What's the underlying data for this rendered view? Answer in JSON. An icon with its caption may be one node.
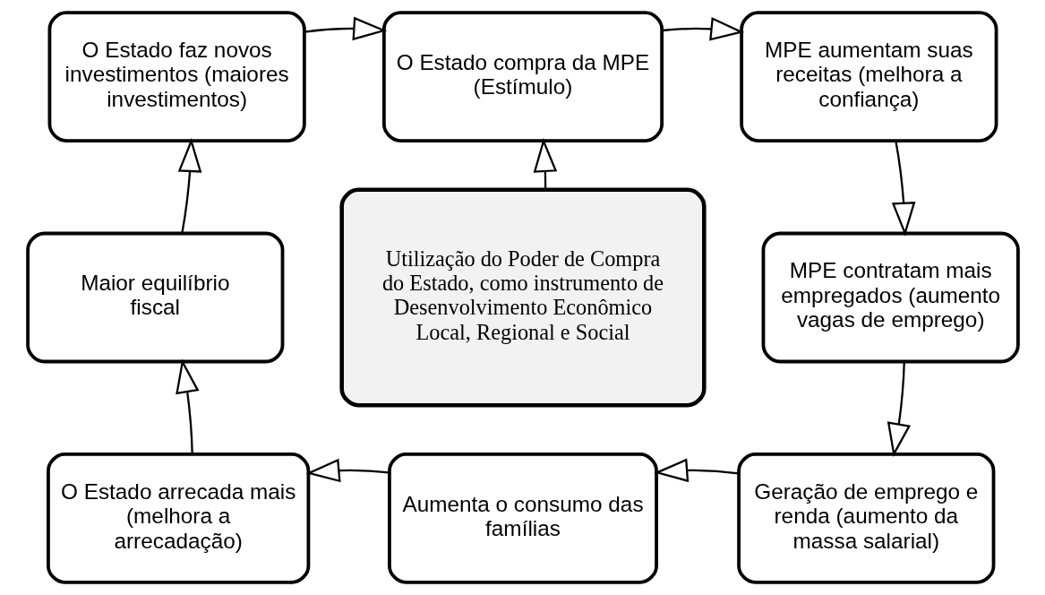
{
  "diagram": {
    "nodes": [
      {
        "text": [
          "O Estado faz novos investimentos (maiores investimentos)"
        ]
      },
      {
        "text": [
          "O Estado compra da MPE (Estímulo)"
        ]
      },
      {
        "text": [
          "MPE aumentam suas receitas (melhora a confiança)"
        ]
      },
      {
        "text": [
          "Maior equilíbrio fiscal"
        ]
      },
      {
        "text": [
          "Utilização do Poder de Compra do Estado, como instrumento de Desenvolvimento Econômico Local, Regional e Social"
        ]
      },
      {
        "text": [
          "MPE contratam mais empregados (aumento vagas de emprego)"
        ]
      },
      {
        "text": [
          "O Estado arrecada mais (melhora a arrecadação)"
        ]
      },
      {
        "text": [
          "Aumenta o consumo das famílias"
        ]
      },
      {
        "text": [
          "Geração de emprego e renda (aumento da massa salarial)"
        ]
      }
    ],
    "edges": [
      {
        "from": 0,
        "to": 1,
        "arrow": "to"
      },
      {
        "from": 1,
        "to": 2,
        "arrow": "to"
      },
      {
        "from": 4,
        "to": 1,
        "arrow": "to"
      },
      {
        "from": 2,
        "to": 5,
        "arrow": "to"
      },
      {
        "from": 5,
        "to": 8,
        "arrow": "to"
      },
      {
        "from": 8,
        "to": 7,
        "arrow": "to"
      },
      {
        "from": 7,
        "to": 6,
        "arrow": "to"
      },
      {
        "from": 6,
        "to": 3,
        "arrow": "to"
      },
      {
        "from": 3,
        "to": 0,
        "arrow": "to"
      }
    ]
  }
}
